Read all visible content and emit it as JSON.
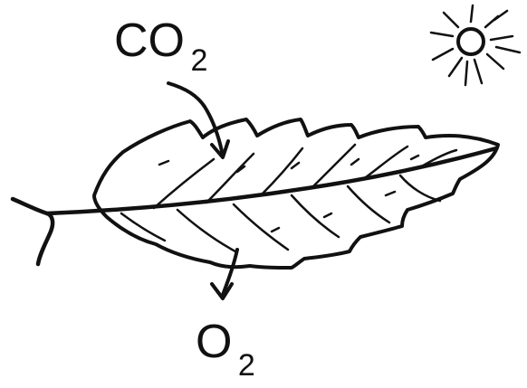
{
  "labels": {
    "input_gas": {
      "main": "CO",
      "subscript": "2"
    },
    "output_gas": {
      "main": "O",
      "subscript": "2"
    }
  },
  "icons": {
    "sun": "sun-icon",
    "leaf": "leaf-icon"
  },
  "colors": {
    "ink": "#111111",
    "background": "#ffffff"
  }
}
